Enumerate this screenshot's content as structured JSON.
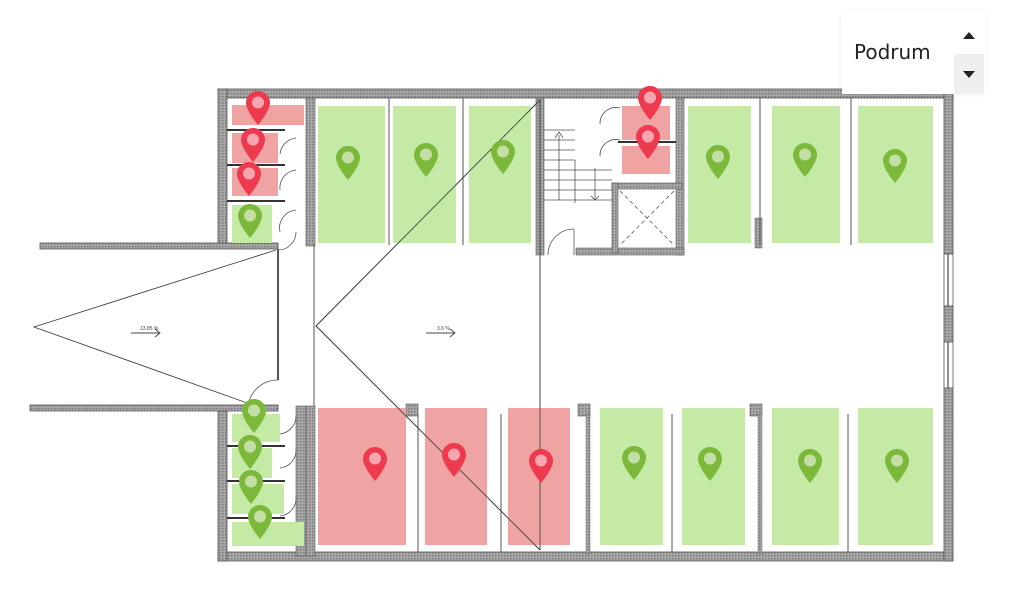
{
  "floor_selector": {
    "current_floor": "Podrum",
    "up_icon": "triangle-up-icon",
    "down_icon": "triangle-down-icon"
  },
  "colors": {
    "available_fill": "#c5eaa6",
    "available_pin": "#7cb93a",
    "occupied_fill": "#f0a3a3",
    "occupied_pin": "#ee3a4f",
    "wall": "#8a8a8a"
  },
  "ramps": [
    {
      "label": "13.85 %",
      "direction": "right"
    },
    {
      "label": "3.6 %",
      "direction": "right"
    }
  ],
  "storage_units_left_top": [
    {
      "status": "occupied"
    },
    {
      "status": "occupied"
    },
    {
      "status": "occupied"
    },
    {
      "status": "available"
    }
  ],
  "storage_units_left_bottom": [
    {
      "status": "available"
    },
    {
      "status": "available"
    },
    {
      "status": "available"
    },
    {
      "status": "available"
    }
  ],
  "storage_units_stair": [
    {
      "status": "occupied"
    },
    {
      "status": "occupied"
    }
  ],
  "parking_top": [
    {
      "status": "available"
    },
    {
      "status": "available"
    },
    {
      "status": "available"
    },
    {
      "status": "available"
    },
    {
      "status": "available"
    },
    {
      "status": "available"
    }
  ],
  "parking_bottom": [
    {
      "status": "occupied"
    },
    {
      "status": "occupied"
    },
    {
      "status": "occupied"
    },
    {
      "status": "available"
    },
    {
      "status": "available"
    },
    {
      "status": "available"
    },
    {
      "status": "available"
    }
  ]
}
